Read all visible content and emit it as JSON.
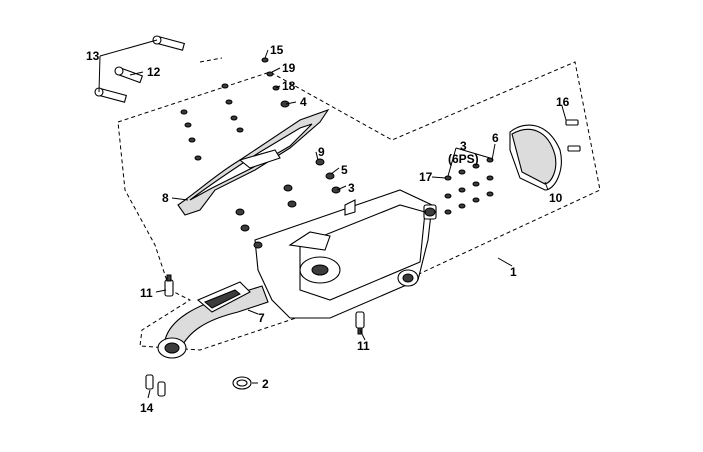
{
  "callouts": {
    "c1": "1",
    "c2": "2",
    "c3": "3",
    "c3b": "3",
    "c3b_qty": "(6PS)",
    "c4": "4",
    "c5": "5",
    "c6": "6",
    "c7": "7",
    "c8": "8",
    "c9": "9",
    "c10": "10",
    "c11a": "11",
    "c11b": "11",
    "c12": "12",
    "c13": "13",
    "c14": "14",
    "c15": "15",
    "c16": "16",
    "c17": "17",
    "c18": "18",
    "c19": "19"
  }
}
